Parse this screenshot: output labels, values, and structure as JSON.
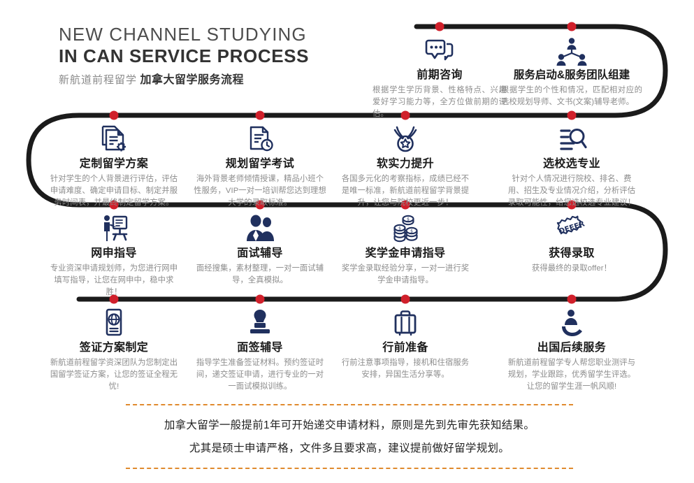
{
  "header": {
    "line1": "NEW CHANNEL STUDYING",
    "line2": "IN CAN SERVICE PROCESS",
    "sub_light": "新航道前程留学",
    "sub_bold": "加拿大留学服务流程"
  },
  "colors": {
    "track": "#1b1b1b",
    "dot": "#d0202b",
    "icon": "#20305e",
    "title": "#1a1a1a",
    "desc": "#8c8c8c",
    "dash": "#e08a2e",
    "header_light": "#4d4d4d",
    "header_bold": "#333333"
  },
  "steps": [
    {
      "id": "pre-consultation",
      "icon": "chat-bubbles-icon",
      "title": "前期咨询",
      "desc": "根据学生学历背景、性格特点、兴趣爱好学习能力等，全方位做前期的评估。"
    },
    {
      "id": "service-launch-team",
      "icon": "team-org-icon",
      "title": "服务启动&服务团队组建",
      "desc": "根据学生的个性和情况，匹配相对应的选校规划导师、文书(文案)辅导老师。"
    },
    {
      "id": "custom-study-plan",
      "icon": "document-gear-icon",
      "title": "定制留学方案",
      "desc": "针对学生的个人背景进行评估，评估申请难度、确定申请目标、制定并服务时间表，并最终制定留学方案。"
    },
    {
      "id": "plan-study-exams",
      "icon": "document-clock-icon",
      "title": "规划留学考试",
      "desc": "海外背景老师倾情授课，精品小班个性服务，VIP一对一培训帮您达到理想大学的录取标准。"
    },
    {
      "id": "soft-skills-boost",
      "icon": "medal-star-icon",
      "title": "软实力提升",
      "desc": "各国多元化的考察指标，成绩已经不是唯一标准，新航道前程留学背景提升，让您与院校更近一步！"
    },
    {
      "id": "school-major-selection",
      "icon": "search-list-icon",
      "title": "选校选专业",
      "desc": "针对个人情况进行院校、排名、费用、招生及专业情况介绍，分析评估录取可能性，给您选校选专业建议！"
    },
    {
      "id": "online-application-guide",
      "icon": "presentation-person-icon",
      "title": "网申指导",
      "desc": "专业资深申请规划师，为您进行网申填写指导，让您在网申中，稳中求胜！"
    },
    {
      "id": "interview-coaching",
      "icon": "two-people-icon",
      "title": "面试辅导",
      "desc": "面经搜集，素材整理，一对一面试辅导，全真模拟。"
    },
    {
      "id": "scholarship-guide",
      "icon": "coins-stack-icon",
      "title": "奖学金申请指导",
      "desc": "奖学金录取经验分享，一对一进行奖学金申请指导。"
    },
    {
      "id": "offer-received",
      "icon": "offer-stamp-icon",
      "title": "获得录取",
      "desc": "获得最终的录取offer！"
    },
    {
      "id": "visa-plan",
      "icon": "passport-icon",
      "title": "签证方案制定",
      "desc": "新航道前程留学资深团队为您制定出国留学签证方案，让您的签证全程无忧!"
    },
    {
      "id": "visa-interview-coaching",
      "icon": "stamp-icon",
      "title": "面签辅导",
      "desc": "指导学生准备签证材料。预约签证时间，递交签证申请，进行专业的一对一面试模拟训练。"
    },
    {
      "id": "pre-departure",
      "icon": "suitcase-icon",
      "title": "行前准备",
      "desc": "行前注意事项指导，接机和住宿服务安排，异国生活分享等。"
    },
    {
      "id": "post-arrival-service",
      "icon": "person-support-icon",
      "title": "出国后续服务",
      "desc": "新航道前程留学专人帮您职业测评与规划，学业跟踪，优秀留学生评选。让您的留学生涯一帆风顺!"
    }
  ],
  "footer": {
    "line1": "加拿大留学一般提前1年可开始递交申请材料，原则是先到先审先获知结果。",
    "line2": "尤其是硕士申请严格，文件多且要求高，建议提前做好留学规划。"
  }
}
